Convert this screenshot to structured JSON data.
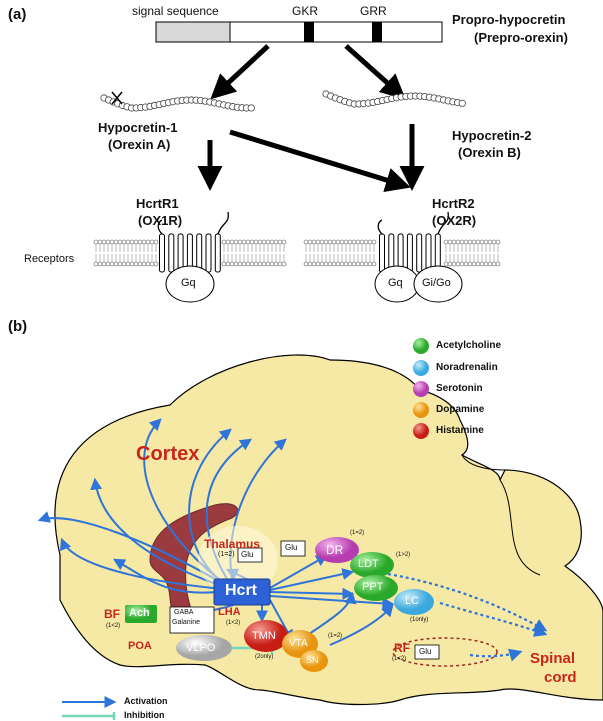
{
  "panel_a": {
    "label": "(a)",
    "signal_sequence": "signal sequence",
    "gkr": "GKR",
    "grr": "GRR",
    "precursor_line1": "Propro-hypocretin",
    "precursor_line2": "(Prepro-orexin)",
    "peptide1_line1": "Hypocretin-1",
    "peptide1_line2": "(Orexin A)",
    "peptide2_line1": "Hypocretin-2",
    "peptide2_line2": "(Orexin B)",
    "receptor1_line1": "HcrtR1",
    "receptor1_line2": "(OX1R)",
    "receptor2_line1": "HcrtR2",
    "receptor2_line2": "(OX2R)",
    "receptors_label": "Receptors",
    "gq": "Gq",
    "gi_go": "Gi/Go"
  },
  "panel_b": {
    "label": "(b)",
    "cortex": "Cortex",
    "thalamus": "Thalamus",
    "thalamus_ratio": "(1=2)",
    "glu": "Glu",
    "dr": "DR",
    "dr_ratio": "(1=2)",
    "ldt": "LDT",
    "ldt_ratio": "(1>2)",
    "ppt": "PPT",
    "lc": "LC",
    "lc_ratio": "(1only)",
    "hcrt": "Hcrt",
    "bf": "BF",
    "bf_ratio": "(1<2)",
    "ach": "Ach",
    "gaba_line1": "GABA",
    "gaba_line2": "Galanine",
    "lha": "LHA",
    "lha_ratio": "(1<2)",
    "poa": "POA",
    "vlpo": "VLPO",
    "tmn": "TMN",
    "tmn_ratio": "(2only)",
    "vta": "VTA",
    "sn": "SN",
    "vta_ratio": "(1=2)",
    "rf": "RF",
    "rf_ratio": "(1<2)",
    "spinal_line1": "Spinal",
    "spinal_line2": "cord"
  },
  "legend": {
    "acetylcholine": "Acetylcholine",
    "noradrenalin": "Noradrenalin",
    "serotonin": "Serotonin",
    "dopamine": "Dopamine",
    "histamine": "Histamine",
    "activation": "Activation",
    "inhibition": "Inhibition"
  },
  "colors": {
    "acetylcholine": "#3dbb3a",
    "noradrenalin": "#4fb7e6",
    "serotonin": "#c94fc2",
    "dopamine": "#f2a81d",
    "histamine": "#d8261f",
    "hcrt": "#2d62d6",
    "brain": "#f5e9a5",
    "thalamus": "#9b3a3f",
    "arrow_blue": "#2f74d8",
    "inhibition": "#76d6b9",
    "red_text": "#c8261c"
  }
}
